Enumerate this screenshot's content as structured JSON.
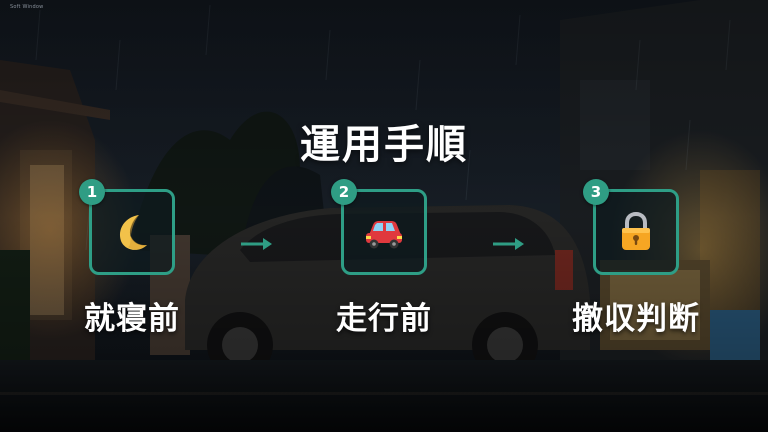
{
  "window": {
    "tiny_label": "Soft Window"
  },
  "slide": {
    "title": "運用手順",
    "accent_color": "#2f9d84",
    "steps": [
      {
        "number": "1",
        "label": "就寝前",
        "icon": "crescent-moon-icon"
      },
      {
        "number": "2",
        "label": "走行前",
        "icon": "car-icon"
      },
      {
        "number": "3",
        "label": "撤収判断",
        "icon": "lock-icon"
      }
    ]
  }
}
